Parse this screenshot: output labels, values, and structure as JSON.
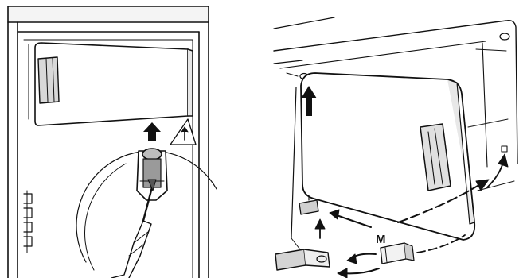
{
  "figure": {
    "left_panel": {
      "parts": [
        "fridge-cabinet",
        "freezer-compartment-door",
        "door-hinge-bracket",
        "screwdriver",
        "lift-arrow",
        "detail-callout"
      ]
    },
    "right_panel": {
      "parts": [
        "appliance-interior",
        "compartment-door",
        "door-handle",
        "lift-arrow",
        "hinge-pin",
        "bracket-m",
        "hinge-cover",
        "move-arrows"
      ],
      "label_m": "M"
    }
  }
}
